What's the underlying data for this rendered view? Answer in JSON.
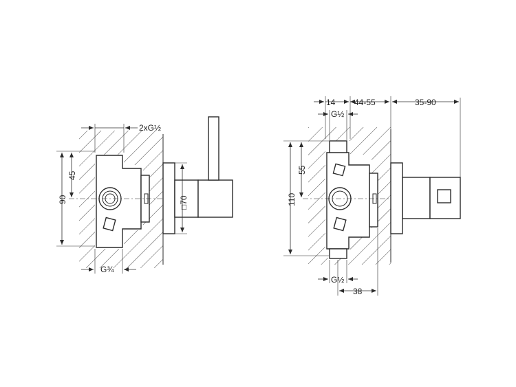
{
  "left_view": {
    "labels": {
      "outlet_thread": "2xG½",
      "inlet_thread": "G¾",
      "cover_size": "□70",
      "height_total": "90",
      "height_half": "45"
    }
  },
  "right_view": {
    "labels": {
      "top_offset": "14",
      "wall_depth": "44-55",
      "extension": "35-90",
      "top_thread": "G½",
      "bottom_thread": "G½",
      "body_depth": "38",
      "height_total": "110",
      "height_half": "55"
    }
  }
}
